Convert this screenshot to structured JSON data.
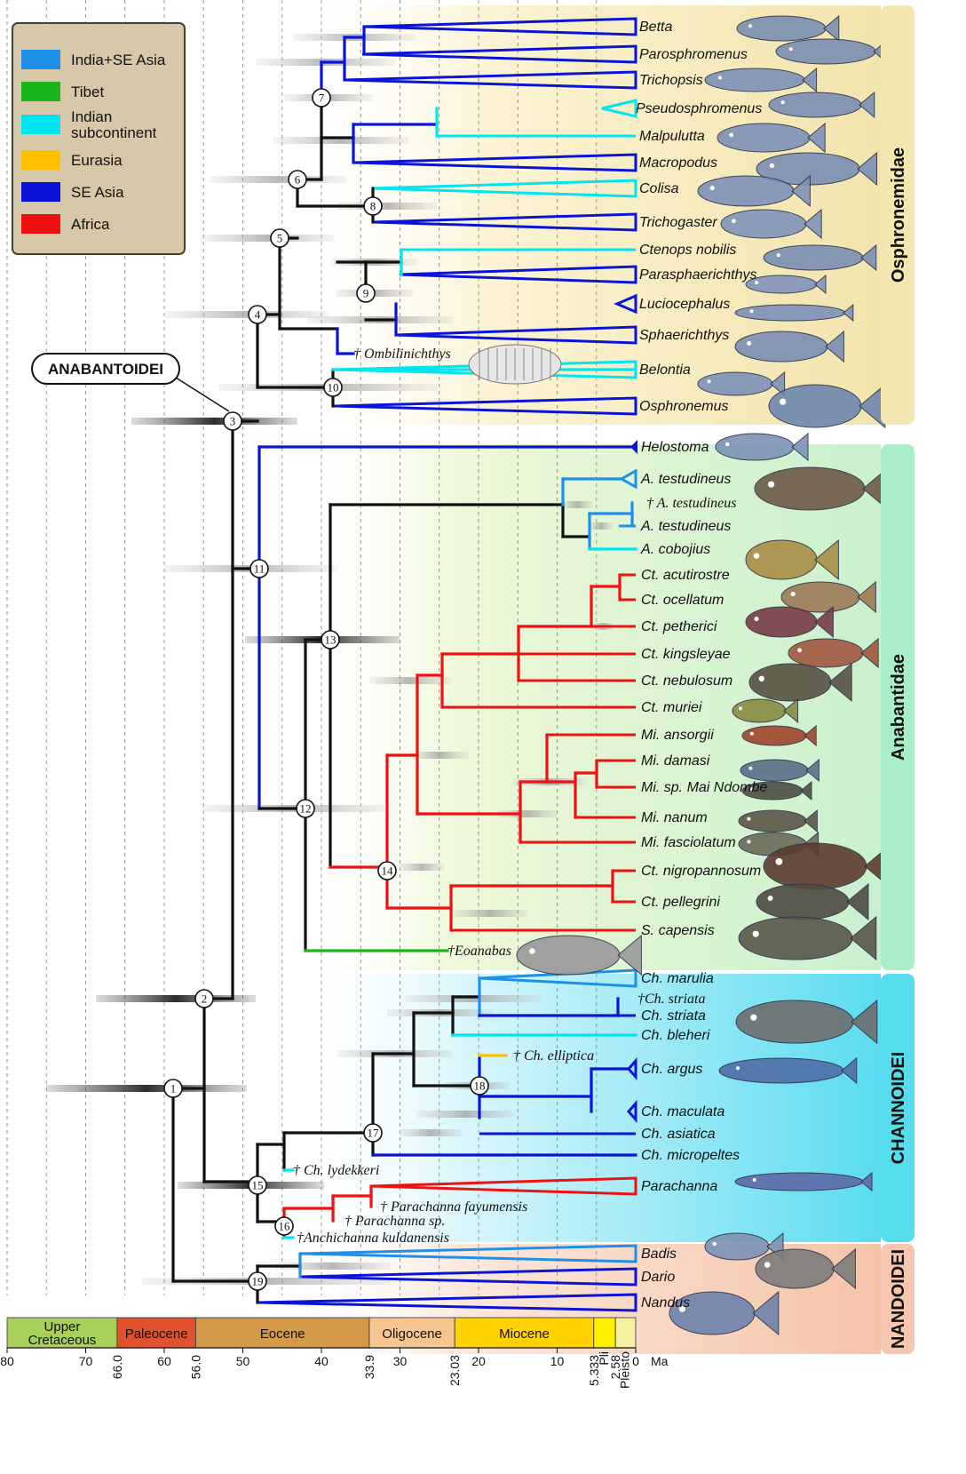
{
  "legend": {
    "items": [
      {
        "label": "India+SE Asia",
        "color": "#1e90e8"
      },
      {
        "label": "Tibet",
        "color": "#1bb41b"
      },
      {
        "label": "Indian subcontinent",
        "color": "#00e5f0"
      },
      {
        "label": "Eurasia",
        "color": "#ffc000"
      },
      {
        "label": "SE Asia",
        "color": "#0a14d8"
      },
      {
        "label": "Africa",
        "color": "#ee1111"
      }
    ]
  },
  "suborder_label": "ANABANTOIDEI",
  "families": [
    {
      "id": "osph",
      "label": "Osphronemidae",
      "color": "#f3e6b0"
    },
    {
      "id": "anab",
      "label": "Anabantidae",
      "color": "#aaeec8"
    },
    {
      "id": "chan",
      "label": "CHANNOIDEI",
      "color": "#55ddee"
    },
    {
      "id": "nand",
      "label": "NANDOIDEI",
      "color": "#f7c6ae"
    }
  ],
  "tips": [
    {
      "id": "betta",
      "label": "Betta",
      "fossil": false
    },
    {
      "id": "parosph",
      "label": "Parosphromenus",
      "fossil": false
    },
    {
      "id": "tricho",
      "label": "Trichopsis",
      "fossil": false
    },
    {
      "id": "pseudo",
      "label": "Pseudosphromenus",
      "fossil": false
    },
    {
      "id": "malpu",
      "label": "Malpulutta",
      "fossil": false
    },
    {
      "id": "macro",
      "label": "Macropodus",
      "fossil": false
    },
    {
      "id": "colisa",
      "label": "Colisa",
      "fossil": false
    },
    {
      "id": "trichog",
      "label": "Trichogaster",
      "fossil": false
    },
    {
      "id": "ctenops",
      "label": "Ctenops nobilis",
      "fossil": false
    },
    {
      "id": "parasph",
      "label": "Parasphaerichthys",
      "fossil": false
    },
    {
      "id": "lucio",
      "label": "Luciocephalus",
      "fossil": false
    },
    {
      "id": "sphaer",
      "label": "Sphaerichthys",
      "fossil": false
    },
    {
      "id": "ombil",
      "label": "† Ombilinichthys",
      "fossil": true
    },
    {
      "id": "belontia",
      "label": "Belontia",
      "fossil": false
    },
    {
      "id": "osphr",
      "label": "Osphronemus",
      "fossil": false
    },
    {
      "id": "helost",
      "label": "Helostoma",
      "fossil": false
    },
    {
      "id": "atest1",
      "label": "A. testudineus",
      "fossil": false
    },
    {
      "id": "atestf",
      "label": "† A. testudineus",
      "fossil": true
    },
    {
      "id": "atest2",
      "label": "A. testudineus",
      "fossil": false
    },
    {
      "id": "acobo",
      "label": "A. cobojius",
      "fossil": false
    },
    {
      "id": "ctacut",
      "label": "Ct. acutirostre",
      "fossil": false
    },
    {
      "id": "ctocel",
      "label": "Ct. ocellatum",
      "fossil": false
    },
    {
      "id": "ctpeth",
      "label": "Ct. petherici",
      "fossil": false
    },
    {
      "id": "ctking",
      "label": "Ct. kingsleyae",
      "fossil": false
    },
    {
      "id": "ctnebu",
      "label": "Ct. nebulosum",
      "fossil": false
    },
    {
      "id": "ctmuri",
      "label": "Ct. muriei",
      "fossil": false
    },
    {
      "id": "mians",
      "label": "Mi. ansorgii",
      "fossil": false
    },
    {
      "id": "midam",
      "label": "Mi. damasi",
      "fossil": false
    },
    {
      "id": "mimai",
      "label": "Mi. sp. Mai Ndombe",
      "fossil": false
    },
    {
      "id": "minan",
      "label": "Mi. nanum",
      "fossil": false
    },
    {
      "id": "mifas",
      "label": "Mi. fasciolatum",
      "fossil": false
    },
    {
      "id": "ctnig",
      "label": "Ct. nigropannosum",
      "fossil": false
    },
    {
      "id": "ctpel",
      "label": "Ct. pellegrini",
      "fossil": false
    },
    {
      "id": "scap",
      "label": "S. capensis",
      "fossil": false
    },
    {
      "id": "eoana",
      "label": "†Eoanabas",
      "fossil": true
    },
    {
      "id": "chmar",
      "label": "Ch. marulia",
      "fossil": false
    },
    {
      "id": "chstf",
      "label": "†Ch. striata",
      "fossil": true
    },
    {
      "id": "chstr",
      "label": "Ch. striata",
      "fossil": false
    },
    {
      "id": "chble",
      "label": "Ch. bleheri",
      "fossil": false
    },
    {
      "id": "chell",
      "label": "† Ch. elliptica",
      "fossil": true
    },
    {
      "id": "charg",
      "label": "Ch. argus",
      "fossil": false
    },
    {
      "id": "chmac",
      "label": "Ch. maculata",
      "fossil": false
    },
    {
      "id": "chasi",
      "label": "Ch. asiatica",
      "fossil": false
    },
    {
      "id": "chmic",
      "label": "Ch. micropeltes",
      "fossil": false
    },
    {
      "id": "chlyd",
      "label": "† Ch. lydekkeri",
      "fossil": true
    },
    {
      "id": "para",
      "label": "Parachanna",
      "fossil": false
    },
    {
      "id": "parfay",
      "label": "† Parachanna fayumensis",
      "fossil": true
    },
    {
      "id": "parsp",
      "label": "† Parachanna sp.",
      "fossil": true
    },
    {
      "id": "anchi",
      "label": "†Anchichanna kuldanensis",
      "fossil": true
    },
    {
      "id": "badis",
      "label": "Badis",
      "fossil": false
    },
    {
      "id": "dario",
      "label": "Dario",
      "fossil": false
    },
    {
      "id": "nandus",
      "label": "Nandus",
      "fossil": false
    }
  ],
  "nodes": [
    "1",
    "2",
    "3",
    "4",
    "5",
    "6",
    "7",
    "8",
    "9",
    "10",
    "11",
    "12",
    "13",
    "14",
    "15",
    "16",
    "17",
    "18",
    "19"
  ],
  "timescale": {
    "unit": "Ma",
    "ticks": [
      "80",
      "70",
      "60",
      "50",
      "40",
      "30",
      "20",
      "10",
      "0"
    ],
    "boundaries": [
      "66.0",
      "56.0",
      "33.9",
      "23.03",
      "5.333",
      "2.58"
    ],
    "epochs": [
      {
        "label": "Upper Cretaceous",
        "color": "#a8cf5a"
      },
      {
        "label": "Paleocene",
        "color": "#e0522e"
      },
      {
        "label": "Eocene",
        "color": "#d59a48"
      },
      {
        "label": "Oligocene",
        "color": "#f7c590"
      },
      {
        "label": "Miocene",
        "color": "#ffd200"
      },
      {
        "label": "Pli",
        "color": "#fff000"
      },
      {
        "label": "Pleisto",
        "color": "#f5f0a0"
      }
    ]
  }
}
